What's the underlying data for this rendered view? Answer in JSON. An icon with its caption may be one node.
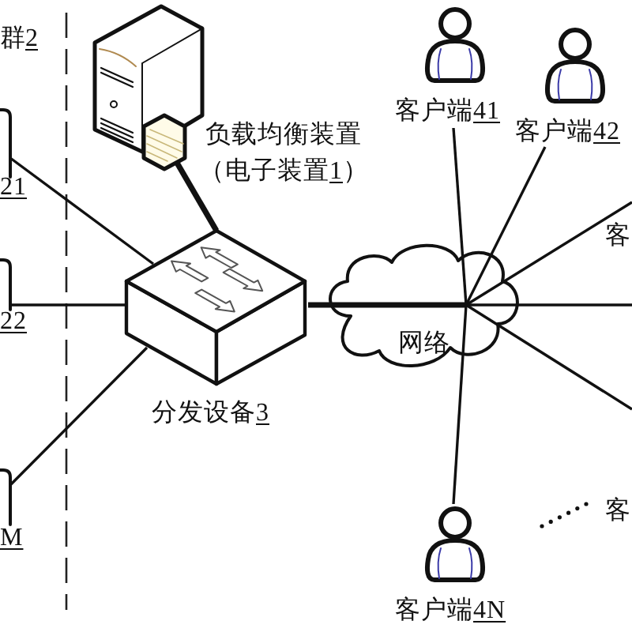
{
  "diagram": {
    "nodes": [
      {
        "text": [
          "21"
        ]
      },
      {
        "text": [
          "22"
        ]
      },
      {
        "text": [
          "M"
        ]
      },
      {
        "text": [
          "负载均衡装置",
          "（电子装置1）"
        ]
      },
      {
        "text": [
          "分发设备3"
        ]
      },
      {
        "text": [
          "网络"
        ]
      },
      {
        "text": [
          "客户端41"
        ]
      },
      {
        "text": [
          "客户端42"
        ]
      },
      {
        "text": [
          "客户端4N"
        ]
      }
    ],
    "edges": [
      {
        "from": 0,
        "to": 4,
        "arrow": "none"
      },
      {
        "from": 1,
        "to": 4,
        "arrow": "none"
      },
      {
        "from": 2,
        "to": 4,
        "arrow": "none"
      },
      {
        "from": 3,
        "to": 4,
        "arrow": "none",
        "style": "thick"
      },
      {
        "from": 4,
        "to": 5,
        "arrow": "none",
        "style": "thick"
      },
      {
        "from": 5,
        "to": 6,
        "arrow": "none"
      },
      {
        "from": 5,
        "to": 7,
        "arrow": "none"
      },
      {
        "from": 5,
        "to": null,
        "arrow": "none"
      },
      {
        "from": 5,
        "to": null,
        "arrow": "none"
      },
      {
        "from": 5,
        "to": null,
        "arrow": "none"
      },
      {
        "from": 5,
        "to": 8,
        "arrow": "none"
      }
    ],
    "labels": [
      "群2",
      "客",
      "客"
    ]
  }
}
